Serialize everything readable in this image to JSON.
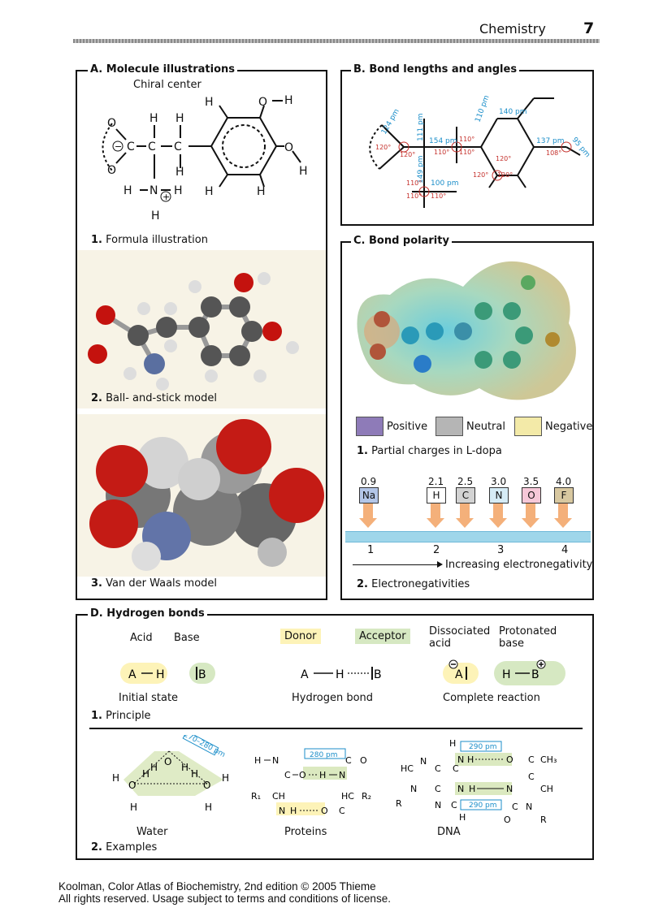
{
  "header": {
    "title": "Chemistry",
    "page": "7"
  },
  "panelA": {
    "title": "A. Molecule illustrations",
    "chiral": "Chiral center",
    "cap1_num": "1.",
    "cap1": "Formula illustration",
    "cap2_num": "2.",
    "cap2": "Ball- and-stick model",
    "cap3_num": "3.",
    "cap3": "Van der Waals model"
  },
  "panelB": {
    "title": "B. Bond lengths and angles",
    "lengths": [
      "124 pm",
      "111 pm",
      "154 pm",
      "149 pm",
      "100 pm",
      "110 pm",
      "140 pm",
      "137 pm",
      "95 pm"
    ],
    "angles": [
      "120°",
      "120°",
      "110°",
      "110°",
      "110°",
      "110°",
      "110°",
      "110°",
      "120°",
      "120°",
      "120°",
      "108°"
    ]
  },
  "panelC": {
    "title": "C. Bond polarity",
    "legend": [
      {
        "label": "Positive",
        "color": "#8e7bb8"
      },
      {
        "label": "Neutral",
        "color": "#b5b5b5"
      },
      {
        "label": "Negative",
        "color": "#f3eaa8"
      }
    ],
    "cap1_num": "1.",
    "cap1": "Partial charges in L-dopa",
    "elements": [
      {
        "sym": "Na",
        "val": "0.9",
        "color": "#b3c6e8"
      },
      {
        "sym": "H",
        "val": "2.1",
        "color": "#ffffff"
      },
      {
        "sym": "C",
        "val": "2.5",
        "color": "#d3d3d3"
      },
      {
        "sym": "N",
        "val": "3.0",
        "color": "#d6ecf6"
      },
      {
        "sym": "O",
        "val": "3.5",
        "color": "#f6c8d8"
      },
      {
        "sym": "F",
        "val": "4.0",
        "color": "#d8c8a0"
      }
    ],
    "scale": [
      "1",
      "2",
      "3",
      "4"
    ],
    "arrow_label": "Increasing electronegativity",
    "cap2_num": "2.",
    "cap2": "Electronegativities"
  },
  "panelD": {
    "title": "D. Hydrogen bonds",
    "acid": "Acid",
    "base": "Base",
    "donor": "Donor",
    "acceptor": "Acceptor",
    "dissociated": "Dissociated",
    "dissociated2": "acid",
    "protonated": "Protonated",
    "protonated2": "base",
    "initial": "Initial state",
    "hbond": "Hydrogen bond",
    "complete": "Complete reaction",
    "cap1_num": "1.",
    "cap1": "Principle",
    "water_len": "270–280 pm",
    "protein_len": "280 pm",
    "dna_len1": "290 pm",
    "dna_len2": "290 pm",
    "water": "Water",
    "proteins": "Proteins",
    "dna": "DNA",
    "cap2_num": "2.",
    "cap2": "Examples"
  },
  "footer": {
    "line1": "Koolman, Color Atlas of Biochemistry, 2nd edition © 2005 Thieme",
    "line2": "All rights reserved. Usage subject to terms and conditions of license."
  }
}
